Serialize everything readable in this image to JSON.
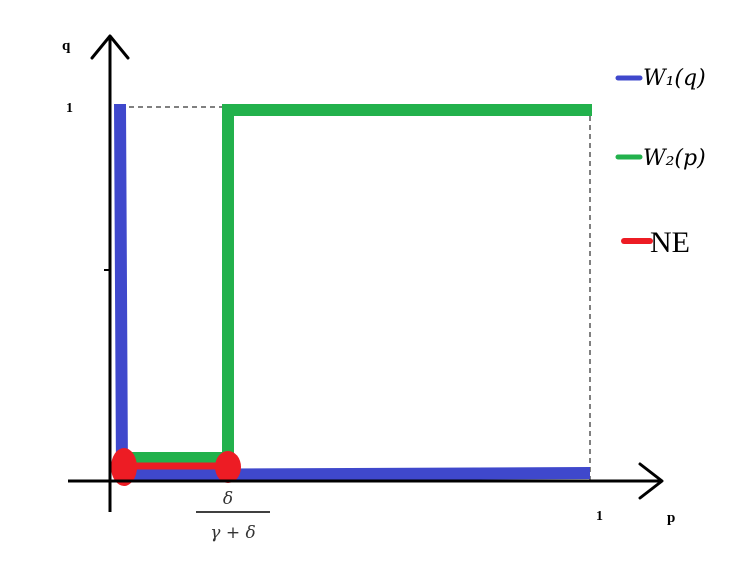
{
  "axes": {
    "x_label": "p",
    "y_label": "q",
    "x_tick_one": "1",
    "y_tick_one": "1"
  },
  "threshold": {
    "numerator": "δ",
    "denominator": "γ + δ"
  },
  "legend": [
    {
      "id": "w1",
      "label": "W₁(q)",
      "color": "#3f48cc"
    },
    {
      "id": "w2",
      "label": "W₂(p)",
      "color": "#22b14c"
    },
    {
      "id": "ne",
      "label": "NE",
      "color": "#ed1c24"
    }
  ]
}
